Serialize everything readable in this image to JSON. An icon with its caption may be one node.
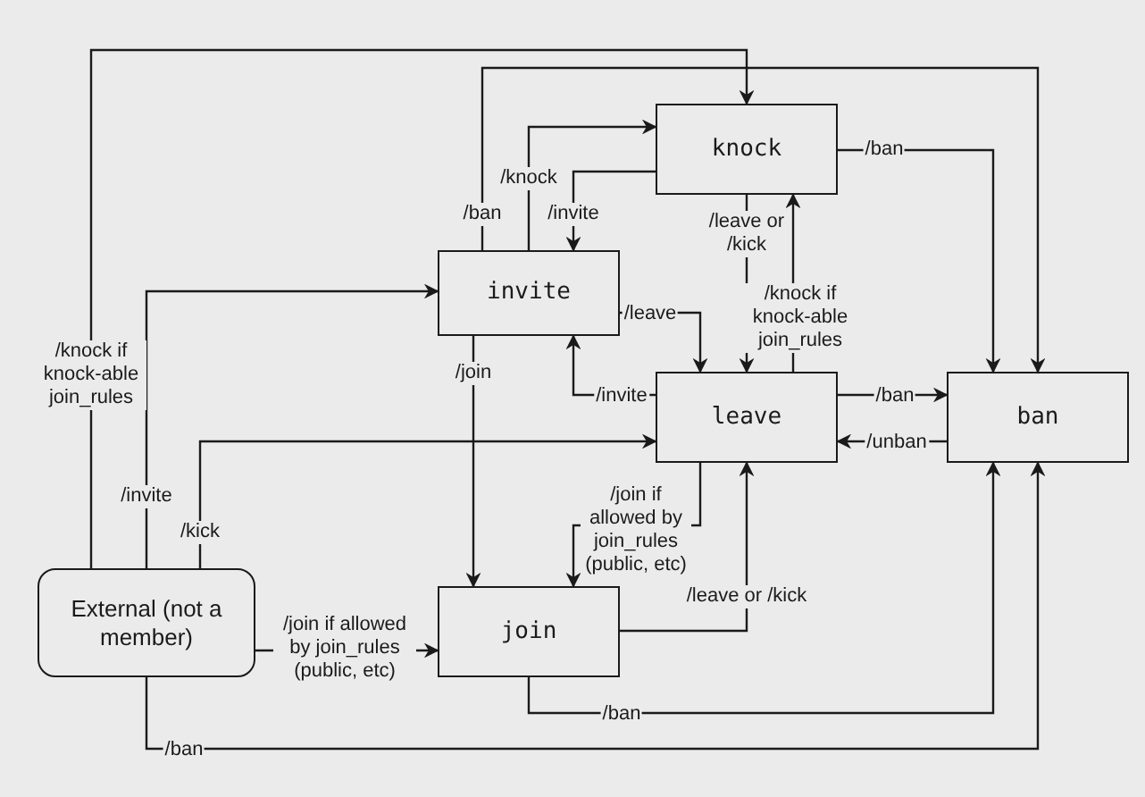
{
  "diagram": {
    "nodes": [
      {
        "text": [
          "knock"
        ]
      },
      {
        "text": [
          "invite"
        ]
      },
      {
        "text": [
          "leave"
        ]
      },
      {
        "text": [
          "ban"
        ]
      },
      {
        "text": [
          "External (not a member)"
        ]
      },
      {
        "text": [
          "join"
        ]
      }
    ],
    "edges": [
      {
        "from": 4,
        "to": 0,
        "arrow": "to",
        "label": "/knock if knock-able join_rules"
      },
      {
        "from": 4,
        "to": 1,
        "arrow": "to",
        "label": "/invite"
      },
      {
        "from": 4,
        "to": 2,
        "arrow": "to",
        "label": "/kick"
      },
      {
        "from": 4,
        "to": 5,
        "arrow": "to",
        "label": "/join if allowed by join_rules (public, etc)"
      },
      {
        "from": 4,
        "to": 3,
        "arrow": "to",
        "label": "/ban"
      },
      {
        "from": 1,
        "to": 3,
        "arrow": "to",
        "label": "/ban"
      },
      {
        "from": 1,
        "to": 0,
        "arrow": "to",
        "label": "/knock"
      },
      {
        "from": 0,
        "to": 1,
        "arrow": "to",
        "label": "/invite"
      },
      {
        "from": 0,
        "to": 3,
        "arrow": "to",
        "label": "/ban"
      },
      {
        "from": 0,
        "to": 2,
        "arrow": "to",
        "label": "/leave or /kick"
      },
      {
        "from": 2,
        "to": 0,
        "arrow": "to",
        "label": "/knock if knock-able join_rules"
      },
      {
        "from": 1,
        "to": 2,
        "arrow": "to",
        "label": "/leave"
      },
      {
        "from": 2,
        "to": 1,
        "arrow": "to",
        "label": "/invite"
      },
      {
        "from": 1,
        "to": 5,
        "arrow": "to",
        "label": "/join"
      },
      {
        "from": 2,
        "to": 3,
        "arrow": "to",
        "label": "/ban"
      },
      {
        "from": 3,
        "to": 2,
        "arrow": "to",
        "label": "/unban"
      },
      {
        "from": 2,
        "to": 5,
        "arrow": "to",
        "label": "/join if allowed by join_rules (public, etc)"
      },
      {
        "from": 5,
        "to": 2,
        "arrow": "to",
        "label": "/leave or /kick"
      },
      {
        "from": 5,
        "to": 3,
        "arrow": "to",
        "label": "/ban"
      }
    ]
  }
}
